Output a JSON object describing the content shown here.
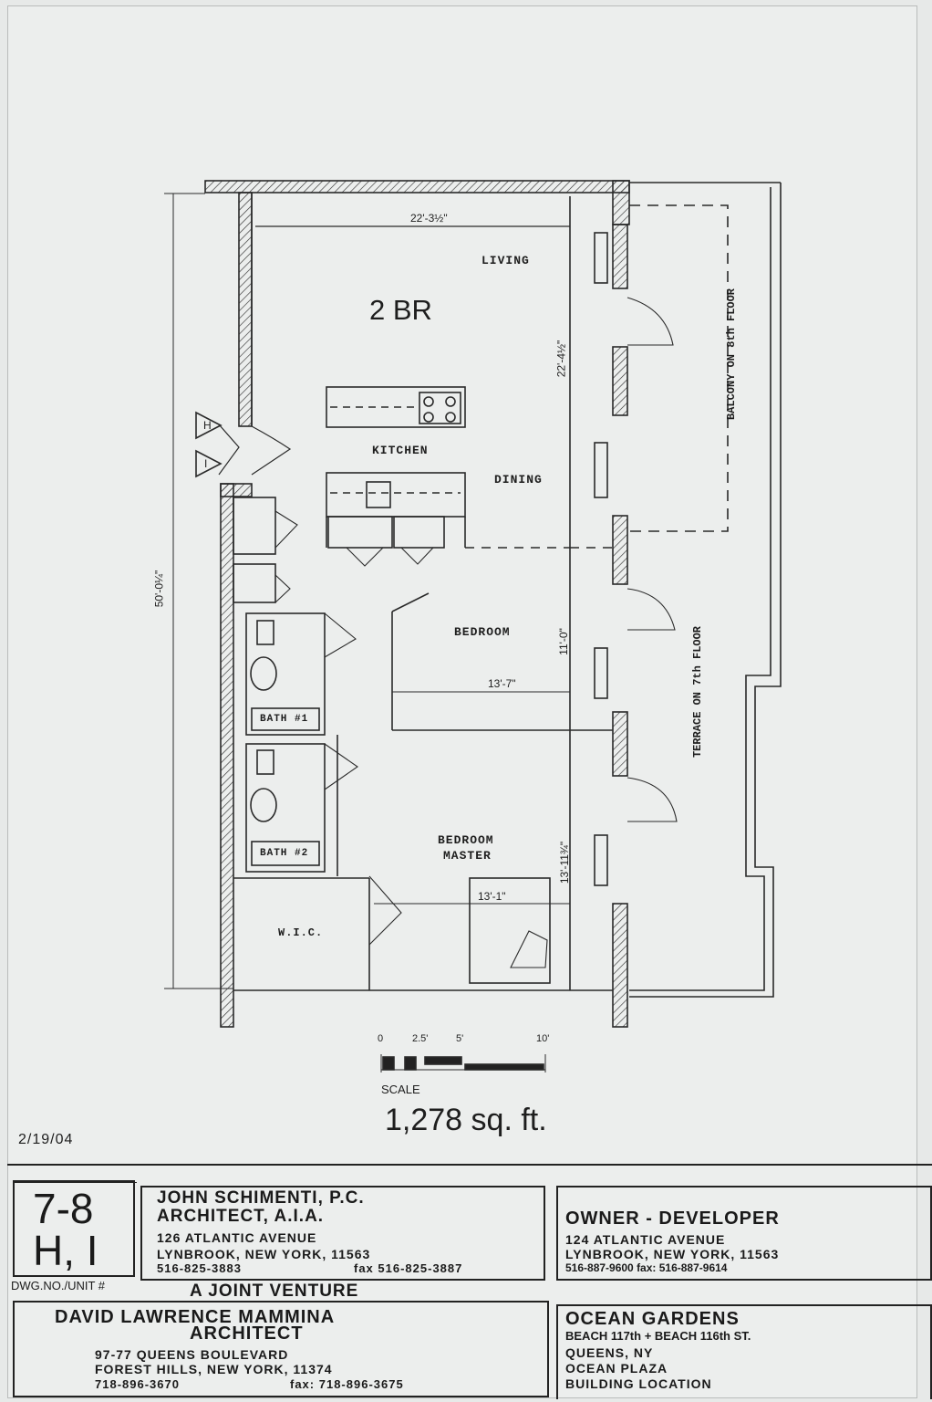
{
  "plan": {
    "unit_type": "2 BR",
    "rooms": {
      "living": "LIVING",
      "kitchen": "KITCHEN",
      "dining": "DINING",
      "bedroom": "BEDROOM",
      "bedroom_master_1": "BEDROOM",
      "bedroom_master_2": "MASTER",
      "bath1": "BATH #1",
      "bath2": "BATH #2",
      "wic": "W.I.C."
    },
    "dimensions": {
      "living_width": "22'-3½\"",
      "living_depth": "22'-4½\"",
      "overall_depth": "50'-0¼\"",
      "bedroom_width": "13'-7\"",
      "bedroom_depth": "11'-0\"",
      "master_depth": "13'-11¾\"",
      "master_width": "13'-1\""
    },
    "exterior": {
      "balcony": "BALCONY ON 8th FLOOR",
      "terrace": "TERRACE ON 7th FLOOR"
    },
    "markers": [
      "H",
      "I"
    ],
    "scale": {
      "ticks": [
        "0",
        "2.5'",
        "5'",
        "10'"
      ],
      "label": "SCALE"
    },
    "area": "1,278 sq. ft.",
    "date": "2/19/04"
  },
  "title_block": {
    "dwg_no_line1": "7-8",
    "dwg_no_line2": "H, I",
    "dwg_label": "DWG.NO./UNIT #",
    "architect1": {
      "name1": "JOHN  SCHIMENTI, P.C.",
      "name2": "ARCHITECT,  A.I.A.",
      "addr1": "126  ATLANTIC  AVENUE",
      "addr2": "LYNBROOK,  NEW  YORK,  11563",
      "phone": "516-825-3883",
      "fax": "fax 516-825-3887"
    },
    "owner": {
      "title": "OWNER - DEVELOPER",
      "addr1": "124  ATLANTIC  AVENUE",
      "addr2": "LYNBROOK,  NEW  YORK,  11563",
      "phone": "516-887-9600 fax: 516-887-9614"
    },
    "joint_venture": "A JOINT VENTURE",
    "architect2": {
      "name1": "DAVID LAWRENCE MAMMINA",
      "name2": "ARCHITECT",
      "addr1": "97-77 QUEENS BOULEVARD",
      "addr2": "FOREST HILLS, NEW YORK, 11374",
      "phone": "718-896-3670",
      "fax": "fax: 718-896-3675"
    },
    "project": {
      "name": "OCEAN GARDENS",
      "line1": "BEACH 117th + BEACH 116th ST.",
      "line2": "QUEENS, NY",
      "line3": "OCEAN PLAZA",
      "line4": "BUILDING  LOCATION"
    }
  }
}
